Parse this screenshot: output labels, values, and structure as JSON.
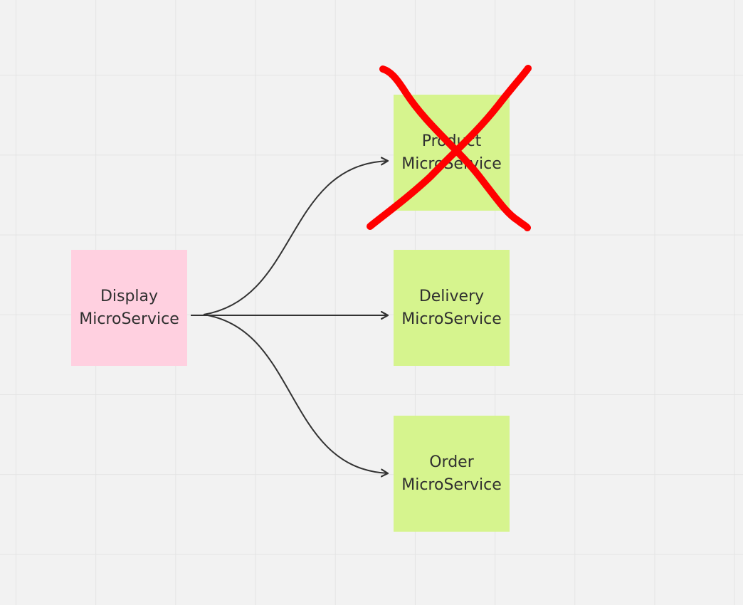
{
  "colors": {
    "board_background": "#f2f2f2",
    "grid_line": "#e4e4e4",
    "pink_note": "#ffd0e0",
    "green_note": "#d6f48e",
    "connector": "#333333",
    "cross_mark": "#ff0000",
    "note_text": "#303030"
  },
  "notes": {
    "display": {
      "line1": "Display",
      "line2": "MicroService",
      "color": "pink"
    },
    "product": {
      "line1": "Product",
      "line2": "MicroService",
      "color": "green",
      "crossed_out": true
    },
    "delivery": {
      "line1": "Delivery",
      "line2": "MicroService",
      "color": "green"
    },
    "order": {
      "line1": "Order",
      "line2": "MicroService",
      "color": "green"
    }
  },
  "connectors": [
    {
      "from": "display",
      "to": "product"
    },
    {
      "from": "display",
      "to": "delivery"
    },
    {
      "from": "display",
      "to": "order"
    }
  ]
}
